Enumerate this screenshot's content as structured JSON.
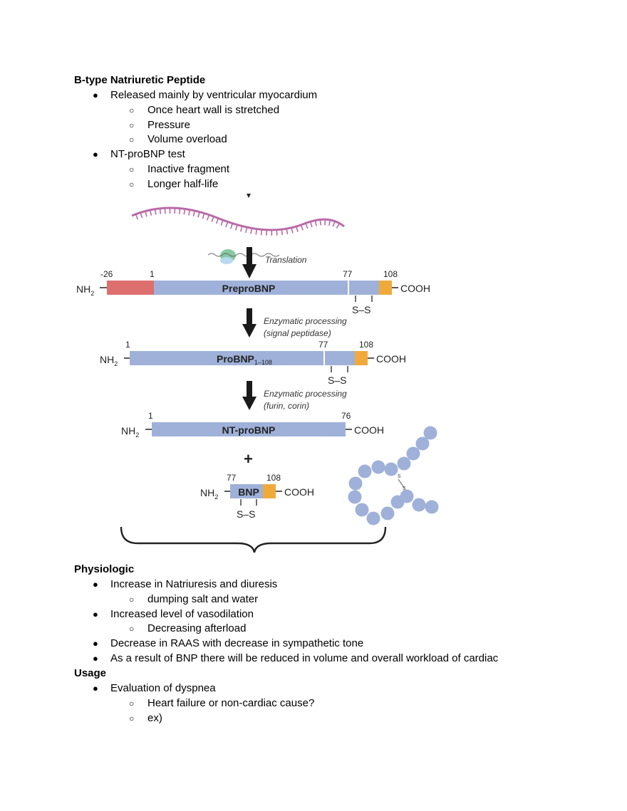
{
  "section1": {
    "heading": "B-type Natriuretic Peptide",
    "items": [
      {
        "level": 1,
        "text": "Released mainly by ventricular myocardium"
      },
      {
        "level": 2,
        "text": "Once heart wall is stretched"
      },
      {
        "level": 2,
        "text": "Pressure"
      },
      {
        "level": 2,
        "text": "Volume overload"
      },
      {
        "level": 1,
        "text": "NT-proBNP test"
      },
      {
        "level": 2,
        "text": "Inactive fragment"
      },
      {
        "level": 2,
        "text": "Longer half-life"
      }
    ]
  },
  "figure": {
    "translation_label": "Translation",
    "step1_line1": "Enzymatic processing",
    "step1_line2": "(signal peptidase)",
    "step2_line1": "Enzymatic processing",
    "step2_line2": "(furin, corin)",
    "nh2": "NH",
    "sub2": "2",
    "cooh": "COOH",
    "ss": "S–S",
    "plus": "+",
    "s": "s",
    "preprobnp": {
      "name": "PreproBNP",
      "start": "-26",
      "pos1": "1",
      "pos2": "77",
      "end": "108"
    },
    "probnp": {
      "name": "ProBNP",
      "sub": "1–108",
      "start": "1",
      "pos2": "77",
      "end": "108"
    },
    "ntprobnp": {
      "name": "NT-proBNP",
      "start": "1",
      "end": "76"
    },
    "bnp": {
      "name": "BNP",
      "start": "77",
      "end": "108"
    },
    "colors": {
      "chain": "#9fb1d9",
      "signal": "#dd6f6f",
      "cterm": "#f0aa3c",
      "mrna": "#b86aa8",
      "ribosome": "#86c9a4",
      "arrow": "#1a1a1a"
    }
  },
  "section2": {
    "heading": "Physiologic",
    "items": [
      {
        "level": 1,
        "text": "Increase in Natriuresis and diuresis"
      },
      {
        "level": 2,
        "text": "dumping salt and water"
      },
      {
        "level": 1,
        "text": "Increased level of vasodilation"
      },
      {
        "level": 2,
        "text": "Decreasing afterload"
      },
      {
        "level": 1,
        "text": "Decrease in RAAS with decrease in sympathetic tone"
      },
      {
        "level": 1,
        "text": "As a result of BNP there will be reduced in volume and overall workload of cardiac"
      }
    ]
  },
  "section3": {
    "heading": "Usage",
    "items": [
      {
        "level": 1,
        "text": "Evaluation of dyspnea"
      },
      {
        "level": 2,
        "text": "Heart failure or non-cardiac cause?"
      },
      {
        "level": 2,
        "text": "ex)"
      }
    ]
  },
  "bullets": {
    "level1": "●",
    "level2": "○"
  }
}
